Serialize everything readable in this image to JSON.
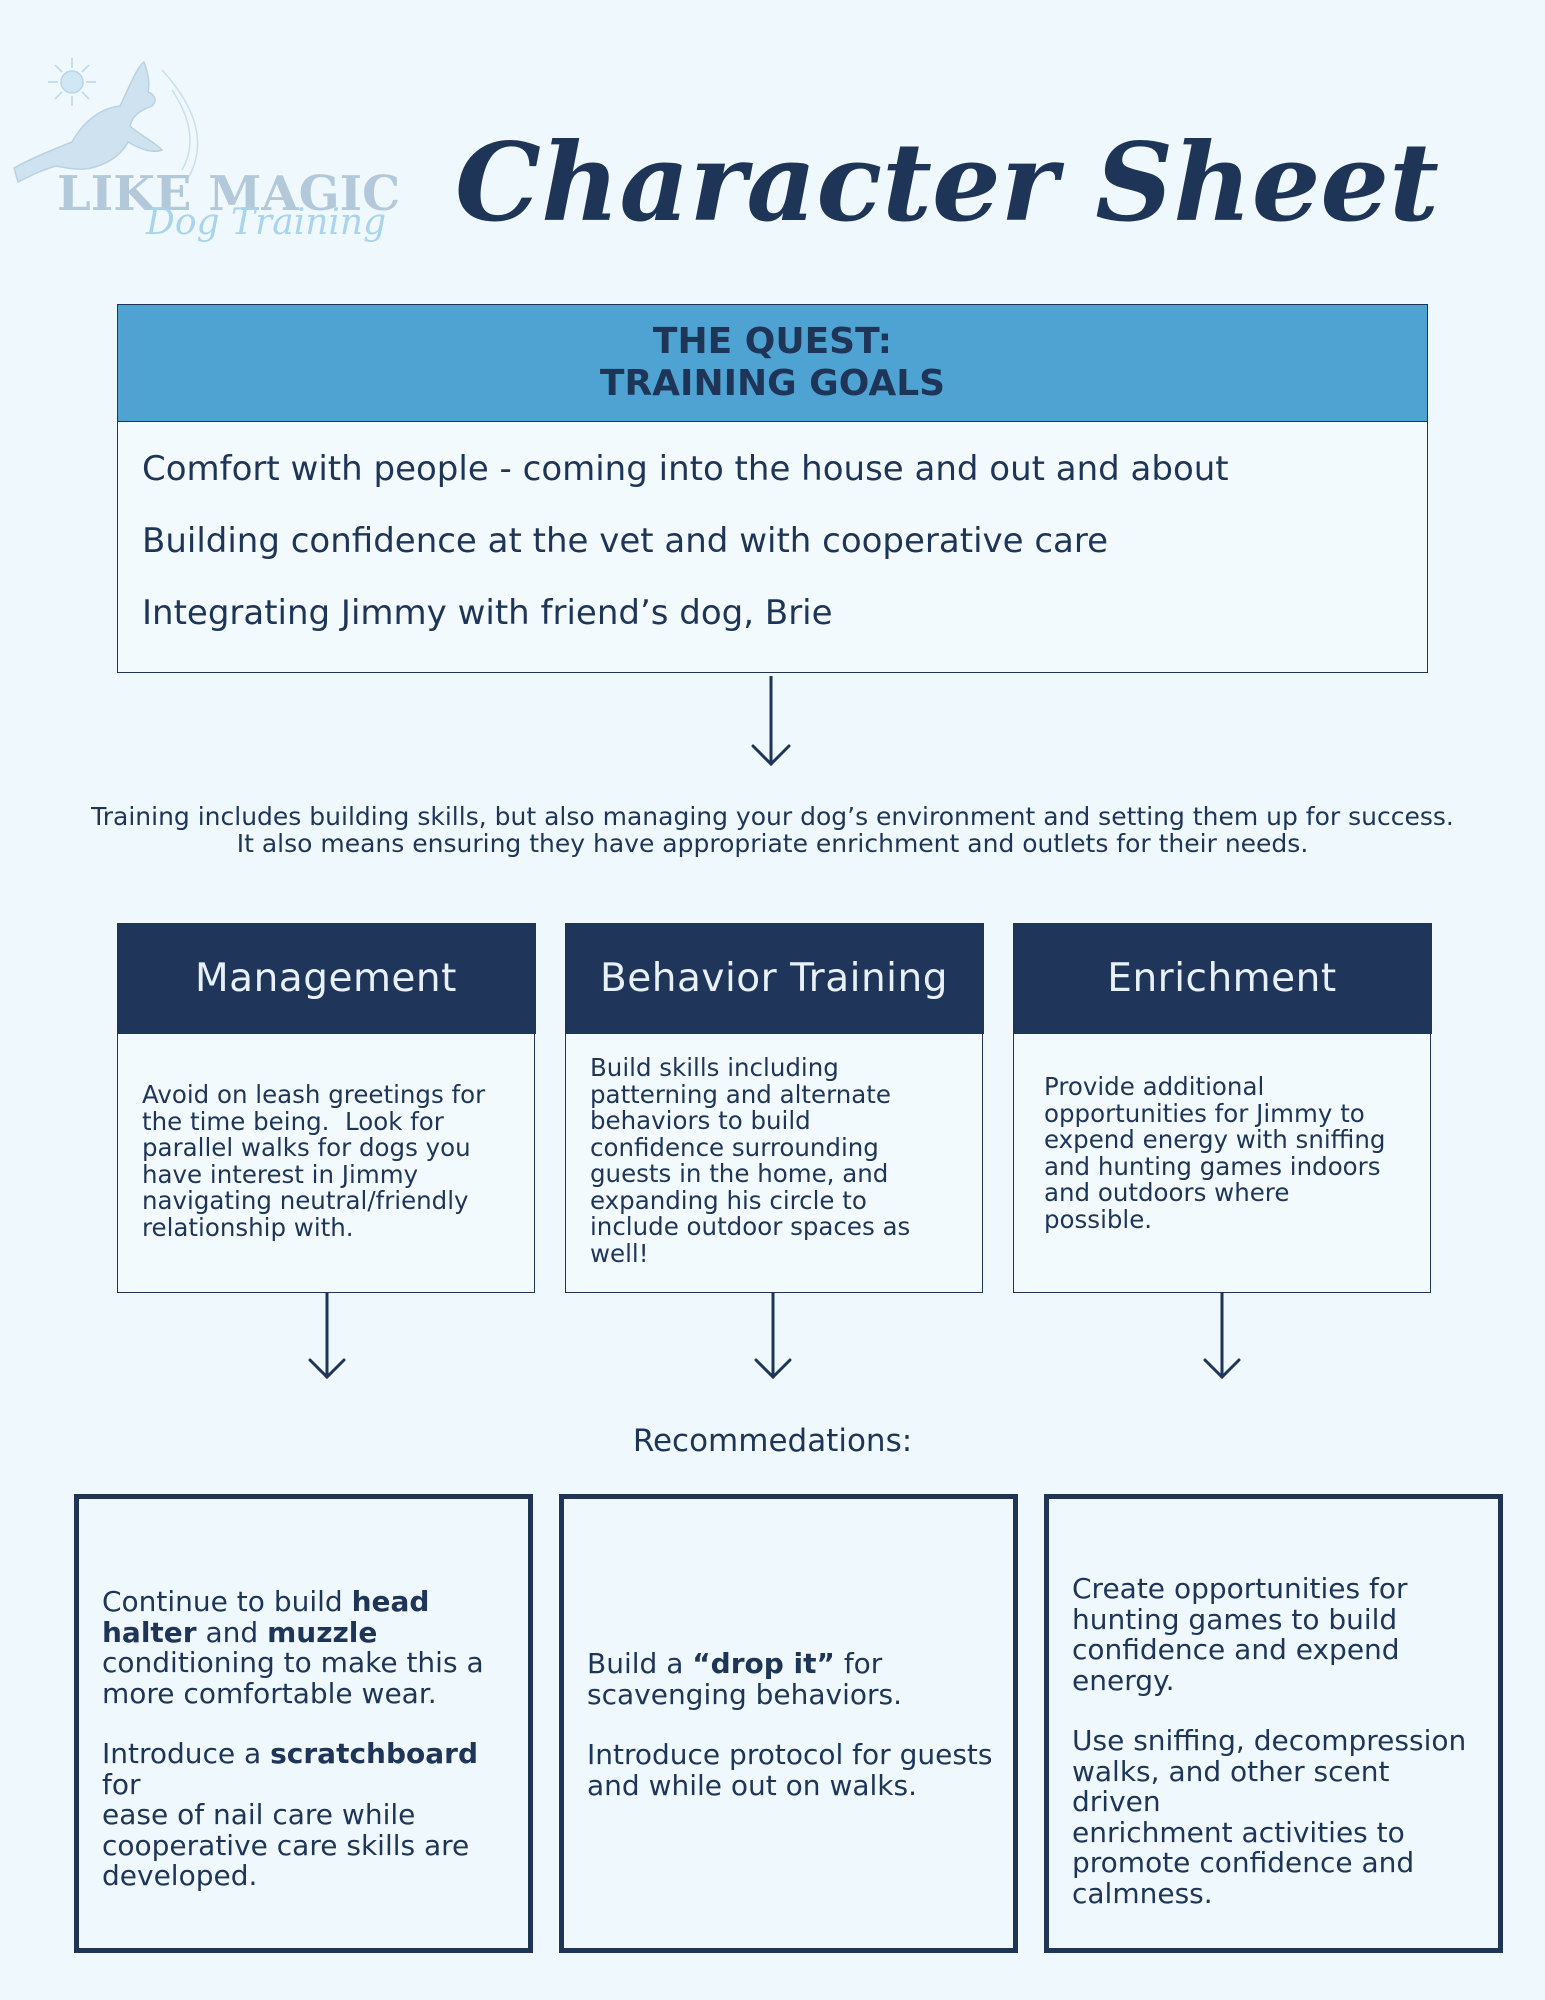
{
  "logo": {
    "name": "LIKE MAGIC",
    "sub": "Dog Training"
  },
  "title": "Character Sheet",
  "quest": {
    "header_line1": "THE QUEST:",
    "header_line2": "TRAINING GOALS",
    "goals": [
      "Comfort with people - coming into the house and out and about",
      "Building confidence at the vet and with cooperative care",
      "Integrating Jimmy with friend’s dog, Brie"
    ]
  },
  "intro": {
    "line1": "Training includes building skills, but also managing your dog’s environment and setting them up for success.",
    "line2": "It also means ensuring they have appropriate enrichment and outlets for their needs."
  },
  "categories": [
    {
      "title": "Management",
      "lines": [
        "Avoid on leash greetings for",
        "the time being.  Look for",
        "parallel walks for dogs you",
        "have interest in Jimmy",
        "navigating neutral/friendly",
        "relationship with."
      ]
    },
    {
      "title": "Behavior Training",
      "lines": [
        "Build skills including",
        "patterning and alternate",
        "behaviors to build",
        "confidence surrounding",
        "guests in the home, and",
        "expanding his circle to",
        "include outdoor spaces as",
        "well!"
      ]
    },
    {
      "title": "Enrichment",
      "lines": [
        "Provide additional",
        "opportunities for Jimmy to",
        "expend energy with sniffing",
        "and hunting games indoors",
        "and outdoors where",
        "possible."
      ]
    }
  ],
  "recommendations_label": "Recommedations:",
  "recommendations": {
    "management": {
      "p1": {
        "a": "Continue to build ",
        "b": "head",
        "c": "halter",
        "d": " and ",
        "e": "muzzle",
        "f": "conditioning to make this a",
        "g": "more comfortable wear."
      },
      "p2": {
        "a": "Introduce a ",
        "b": "scratchboard",
        "c": " for",
        "d": "ease of nail care while",
        "e": "cooperative care skills are",
        "f": "developed."
      }
    },
    "behavior": {
      "p1": {
        "a": "Build a ",
        "b": "“drop it”",
        "c": " for",
        "d": "scavenging behaviors."
      },
      "p2": {
        "a": "Introduce protocol for guests",
        "b": "and while out on walks."
      }
    },
    "enrichment": {
      "p1": [
        "Create opportunities for",
        "hunting games to build",
        "confidence and expend",
        "energy."
      ],
      "p2": [
        "Use sniffing, decompression",
        "walks, and other scent driven",
        "enrichment activities to",
        "promote confidence and",
        "calmness."
      ]
    }
  },
  "colors": {
    "navy": "#1e3558",
    "quest_blue": "#4ea3d2",
    "background": "#eff8fd",
    "logo_grey": "#b3c9d9",
    "logo_blue": "#a9d4ec"
  },
  "icons": [
    "dog-logo-icon",
    "arrow-down-icon"
  ]
}
